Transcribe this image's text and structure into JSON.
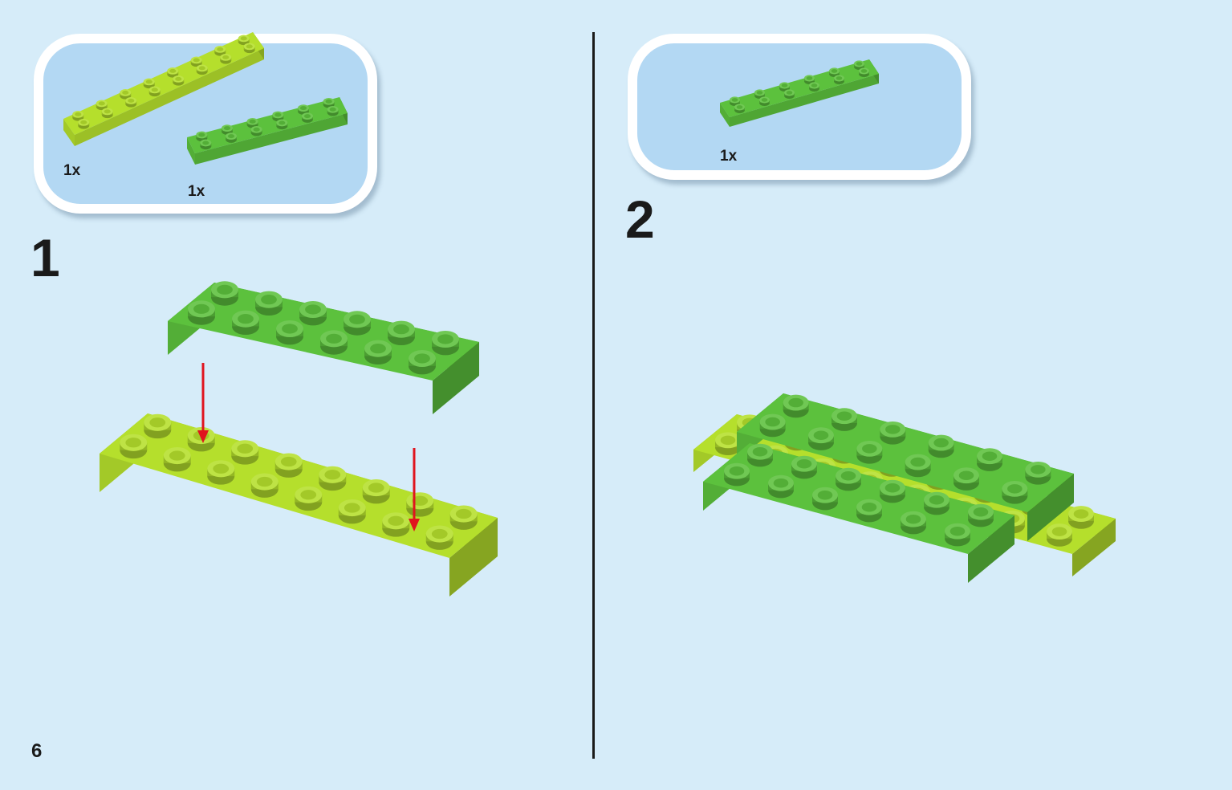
{
  "page_number": "6",
  "steps": [
    {
      "number": "1",
      "parts": [
        {
          "quantity": "1x",
          "part": "2x8-plate",
          "color": "#b5df2c"
        },
        {
          "quantity": "1x",
          "part": "2x6-plate",
          "color": "#5cc13d"
        }
      ]
    },
    {
      "number": "2",
      "parts": [
        {
          "quantity": "1x",
          "part": "2x6-plate",
          "color": "#5cc13d"
        }
      ]
    }
  ],
  "colors": {
    "background": "#d6ecf9",
    "parts_box": "#b3d8f3",
    "lime_plate": "#b5df2c",
    "green_plate": "#5cc13d",
    "arrow": "#e0141e"
  }
}
